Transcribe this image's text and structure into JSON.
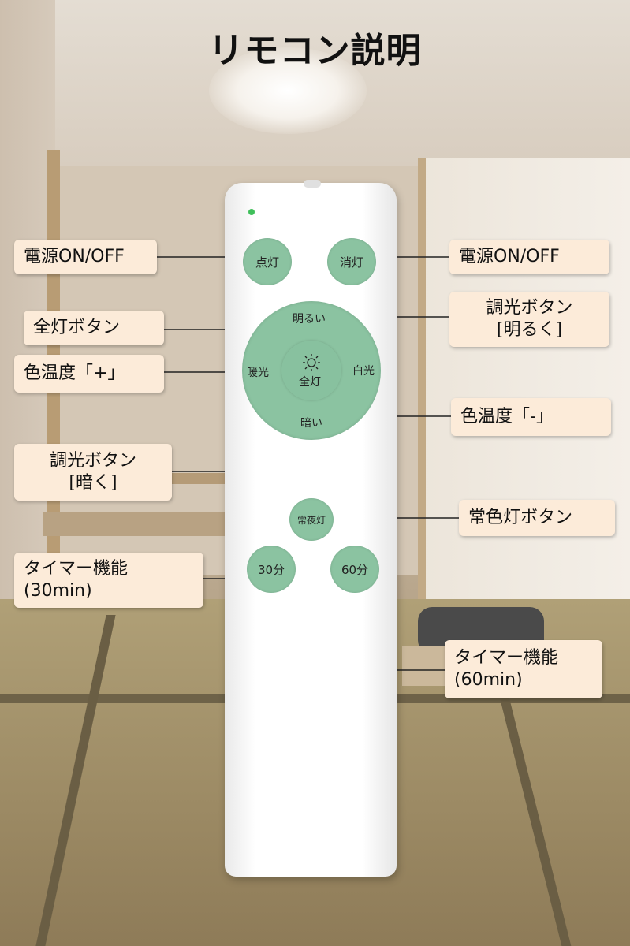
{
  "title": "リモコン説明",
  "remote_buttons": {
    "on": "点灯",
    "off": "消灯",
    "brighter": "明るい",
    "warm": "暖光",
    "all_light": "全灯",
    "white": "白光",
    "darker": "暗い",
    "night_light": "常夜灯",
    "timer_30": "30分",
    "timer_60": "60分"
  },
  "callouts": {
    "power_left": "電源ON/OFF",
    "power_right": "電源ON/OFF",
    "full_light": "全灯ボタン",
    "color_temp_plus": "色温度「+」",
    "dim_up_line1": "調光ボタン",
    "dim_up_line2": "[明るく]",
    "color_temp_minus": "色温度「-」",
    "dim_down_line1": "調光ボタン",
    "dim_down_line2": "[暗く]",
    "night_light_button": "常色灯ボタン",
    "timer30_line1": "タイマー機能",
    "timer30_line2": "(30min)",
    "timer60_line1": "タイマー機能",
    "timer60_line2": "(60min)"
  },
  "colors": {
    "button_green": "#8bc3a1",
    "label_bg": "#fcebd9",
    "indicator": "#3fbf5a"
  }
}
